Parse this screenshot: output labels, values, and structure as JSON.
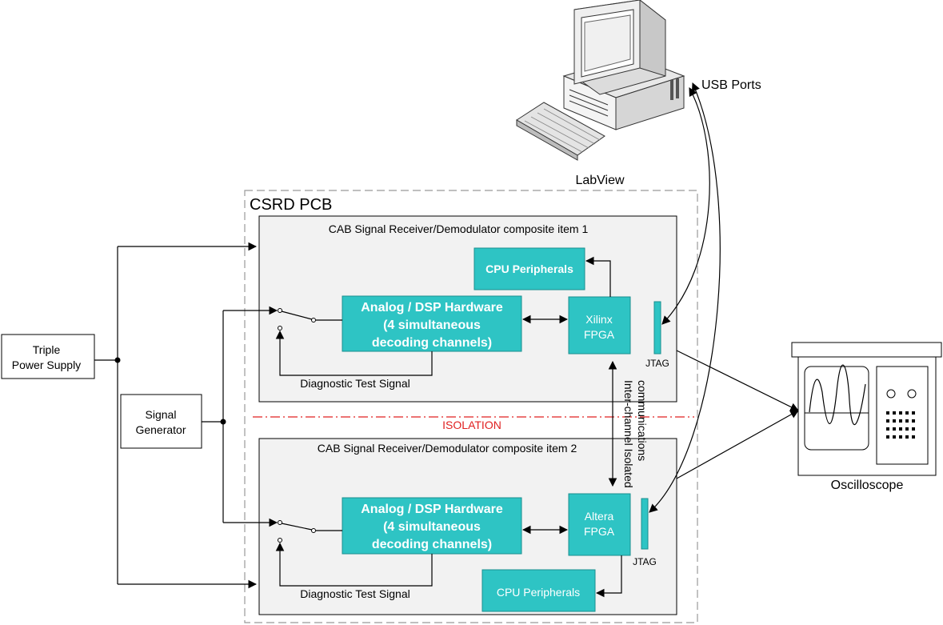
{
  "colors": {
    "teal": "#2ec4c4",
    "teal_border": "#1a8f8f",
    "panel_fill": "#f2f2f2",
    "isolation_red": "#e02020",
    "dash_gray": "#999999"
  },
  "labview": {
    "label": "LabView",
    "icon": "desktop-computer-icon"
  },
  "usb_ports": "USB Ports",
  "power_supply": {
    "line1": "Triple",
    "line2": "Power Supply"
  },
  "signal_generator": {
    "line1": "Signal",
    "line2": "Generator"
  },
  "pcb": {
    "title": "CSRD PCB"
  },
  "isolation": "ISOLATION",
  "inter_channel": {
    "line1": "Inter-channel Isolated",
    "line2": "communications"
  },
  "oscilloscope": {
    "label": "Oscilloscope",
    "icon": "oscilloscope-icon"
  },
  "item1": {
    "title": "CAB Signal Receiver/Demodulator composite item 1",
    "cpu": "CPU Peripherals",
    "dsp": {
      "line1": "Analog / DSP Hardware",
      "line2": "(4 simultaneous",
      "line3": "decoding channels)"
    },
    "fpga": {
      "line1": "Xilinx",
      "line2": "FPGA"
    },
    "jtag": "JTAG",
    "diag": "Diagnostic Test Signal"
  },
  "item2": {
    "title": "CAB Signal Receiver/Demodulator composite item 2",
    "cpu": "CPU Peripherals",
    "dsp": {
      "line1": "Analog / DSP Hardware",
      "line2": "(4 simultaneous",
      "line3": "decoding channels)"
    },
    "fpga": {
      "line1": "Altera",
      "line2": "FPGA"
    },
    "jtag": "JTAG",
    "diag": "Diagnostic Test Signal"
  }
}
